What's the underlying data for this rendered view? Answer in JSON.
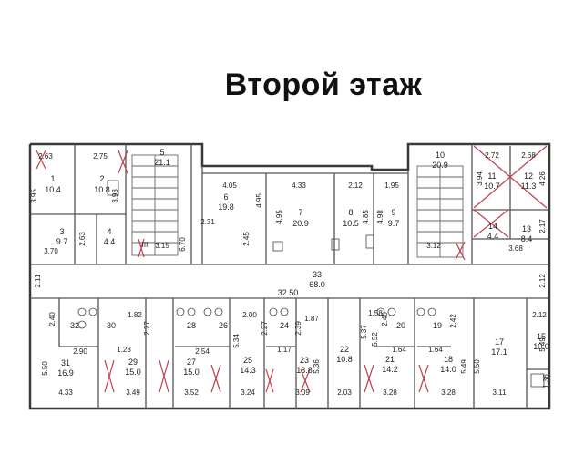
{
  "title": "Второй этаж",
  "colors": {
    "wall": "#3a3a3a",
    "mark": "#c0404a",
    "line": "#555555"
  },
  "rooms": [
    {
      "num": "1",
      "area": "10.4"
    },
    {
      "num": "2",
      "area": "10.8"
    },
    {
      "num": "3",
      "area": "9.7"
    },
    {
      "num": "4",
      "area": "4.4"
    },
    {
      "num": "5",
      "area": "21.1"
    },
    {
      "num": "6",
      "area": "19.8"
    },
    {
      "num": "7",
      "area": "20.9"
    },
    {
      "num": "8",
      "area": "10.5"
    },
    {
      "num": "9",
      "area": "9.7"
    },
    {
      "num": "10",
      "area": "20.9"
    },
    {
      "num": "11",
      "area": "10.7"
    },
    {
      "num": "12",
      "area": "11.3"
    },
    {
      "num": "13",
      "area": "8.4"
    },
    {
      "num": "14",
      "area": "4.4"
    },
    {
      "num": "33",
      "area": "68.0"
    },
    {
      "num": "31",
      "area": "16.9"
    },
    {
      "num": "29",
      "area": "15.0"
    },
    {
      "num": "27",
      "area": "15.0"
    },
    {
      "num": "25",
      "area": "14.3"
    },
    {
      "num": "23",
      "area": "13.8"
    },
    {
      "num": "22",
      "area": "10.8"
    },
    {
      "num": "21",
      "area": "14.2"
    },
    {
      "num": "18",
      "area": "14.0"
    },
    {
      "num": "17",
      "area": "17.1"
    },
    {
      "num": "15",
      "area": "10.0"
    }
  ],
  "small_rooms": [
    "32",
    "30",
    "28",
    "26",
    "24",
    "20",
    "19"
  ],
  "dims_top": [
    "2.63",
    "2.75",
    "4.05",
    "4.33",
    "2.12",
    "1.95",
    "2.72",
    "2.68"
  ],
  "dims_vertical": [
    "3.95",
    "3.93",
    "2.63",
    "6.70",
    "2.45",
    "4.95",
    "4.95",
    "4.85",
    "4.98",
    "3.94",
    "4.26",
    "2.17",
    "5.50",
    "5.34",
    "5.36",
    "5.37",
    "5.52",
    "5.49",
    "5.50",
    "5.49",
    "1.36",
    "2.11",
    "2.12",
    "2.40",
    "2.27",
    "2.27",
    "2.39",
    "2.40",
    "2.42"
  ],
  "dims_middle": [
    "3.70",
    "3.15",
    "2.31",
    "3.12",
    "3.68",
    "1.82",
    "2.00",
    "1.87",
    "1.58",
    "2.12",
    "2.90",
    "1.23",
    "2.54",
    "1.17",
    "1.64",
    "1.64"
  ],
  "dims_bottom": [
    "4.33",
    "3.49",
    "3.52",
    "3.24",
    "3.09",
    "2.03",
    "3.28",
    "3.28",
    "3.11"
  ],
  "corridor_length": "32.50",
  "stair_marker": "III"
}
